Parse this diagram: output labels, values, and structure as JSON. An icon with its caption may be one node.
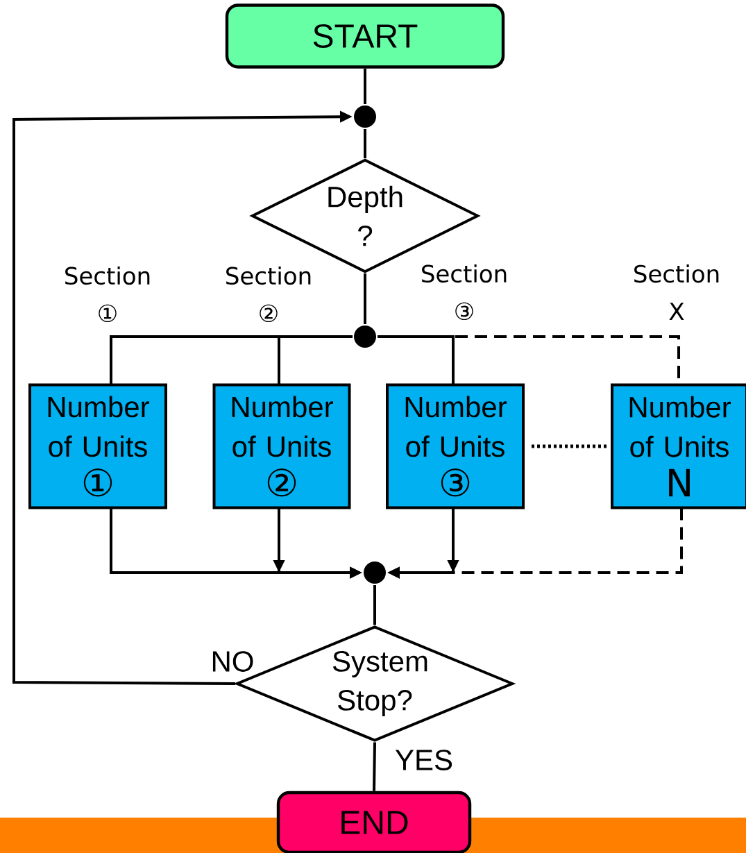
{
  "diagram": {
    "nodes": [
      {
        "text": [
          "START"
        ]
      },
      {
        "text": [],
        "shape": "circle"
      },
      {
        "text": [
          "Depth ?"
        ]
      },
      {
        "text": [],
        "shape": "circle"
      },
      {
        "text": [
          "Number of Units",
          "①"
        ]
      },
      {
        "text": [
          "Number of Units",
          "②"
        ]
      },
      {
        "text": [
          "Number of Units",
          "③"
        ]
      },
      {
        "text": [
          "Number of Units",
          "N"
        ]
      },
      {
        "text": [],
        "shape": "circle"
      },
      {
        "text": [
          "System Stop?"
        ]
      },
      {
        "text": [
          "END"
        ]
      }
    ],
    "edges": [
      {
        "from": 0,
        "to": 1,
        "arrow": "none"
      },
      {
        "from": 1,
        "to": 2,
        "arrow": "none"
      },
      {
        "from": 2,
        "to": 3,
        "arrow": "none"
      },
      {
        "from": 3,
        "to": 4,
        "arrow": "none"
      },
      {
        "from": 3,
        "to": 5,
        "arrow": "none"
      },
      {
        "from": 3,
        "to": 6,
        "arrow": "none"
      },
      {
        "from": 3,
        "to": 7,
        "arrow": "none",
        "style": "dashed"
      },
      {
        "from": 6,
        "to": 7,
        "arrow": "none",
        "style": "dashed"
      },
      {
        "from": 4,
        "to": 8,
        "arrow": "to"
      },
      {
        "from": 5,
        "to": 8,
        "arrow": "to"
      },
      {
        "from": 6,
        "to": 8,
        "arrow": "to"
      },
      {
        "from": 7,
        "to": 8,
        "arrow": "to",
        "style": "dashed"
      },
      {
        "from": 8,
        "to": 9,
        "arrow": "none"
      },
      {
        "from": 9,
        "to": 10,
        "arrow": "none",
        "label": "YES"
      },
      {
        "from": 9,
        "to": 1,
        "arrow": "to",
        "label": "NO"
      }
    ],
    "labels": [
      "Section ①",
      "Section ②",
      "Section ③",
      "Section X"
    ]
  }
}
